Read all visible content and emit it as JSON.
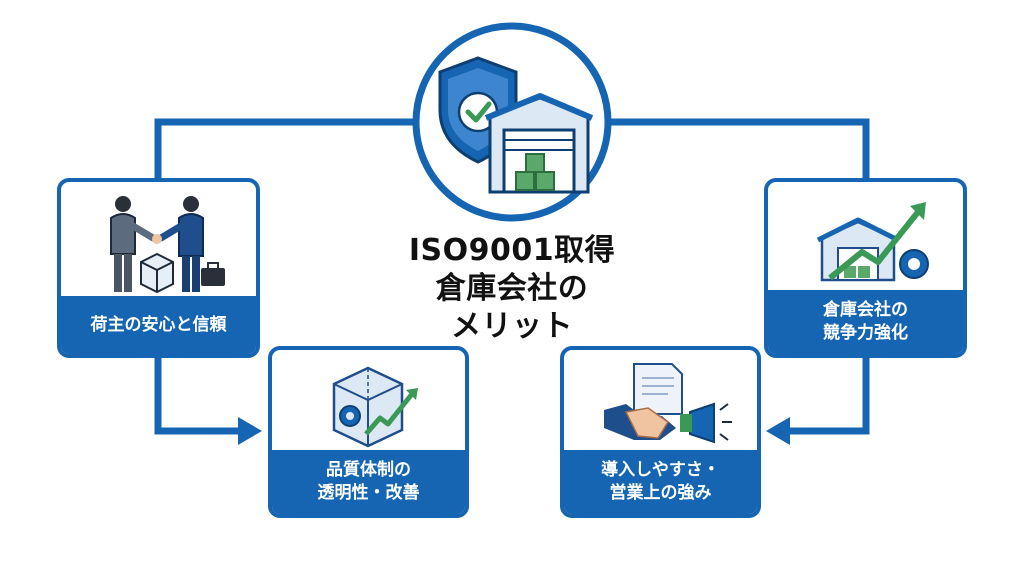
{
  "center": {
    "title_line1": "ISO9001取得",
    "title_line2": "倉庫会社の",
    "title_line3": "メリット",
    "icons": [
      "shield-check-icon",
      "warehouse-icon"
    ]
  },
  "cards": {
    "trust": {
      "line1": "荷主の安心と信頼",
      "icon": "handshake-people-icon"
    },
    "quality": {
      "line1": "品質体制の",
      "line2": "透明性・改善",
      "icon": "cube-gear-growth-icon"
    },
    "adoption": {
      "line1": "導入しやすさ・",
      "line2": "営業上の強み",
      "icon": "handshake-megaphone-icon"
    },
    "competitiveness": {
      "line1": "倉庫会社の",
      "line2": "競争力強化",
      "icon": "warehouse-growth-icon"
    }
  },
  "colors": {
    "primary": "#1565b3",
    "accent_green": "#4a9e5c",
    "text": "#111111",
    "background": "#ffffff"
  }
}
